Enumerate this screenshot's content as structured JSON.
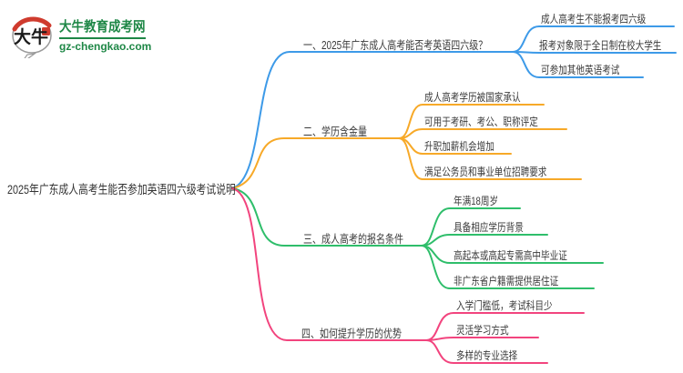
{
  "logo": {
    "icon_text": "大牛",
    "site_name": "大牛教育成考网",
    "site_url": "gz-chengkao.com",
    "brand_green": "#1e8746",
    "seal_red": "#cf3b2e"
  },
  "mindmap": {
    "root": "2025年广东成人高考生能否参加英语四六级考试说明",
    "branches": [
      {
        "label": "一、2025年广东成人高考能否考英语四六级？",
        "color": "#3d9ae8",
        "children": [
          "成人高考生不能报考四六级",
          "报考对象限于全日制在校大学生",
          "可参加其他英语考试"
        ]
      },
      {
        "label": "二、学历含金量",
        "color": "#f7a928",
        "children": [
          "成人高考学历被国家承认",
          "可用于考研、考公、职称评定",
          "升职加薪机会增加",
          "满足公务员和事业单位招聘要求"
        ]
      },
      {
        "label": "三、成人高考的报名条件",
        "color": "#2fbe6b",
        "children": [
          "年满18周岁",
          "具备相应学历背景",
          "高起本或高起专需高中毕业证",
          "非广东省户籍需提供居住证"
        ]
      },
      {
        "label": "四、如何提升学历的优势",
        "color": "#f2447e",
        "children": [
          "入学门槛低，考试科目少",
          "灵活学习方式",
          "多样的专业选择"
        ]
      }
    ]
  }
}
